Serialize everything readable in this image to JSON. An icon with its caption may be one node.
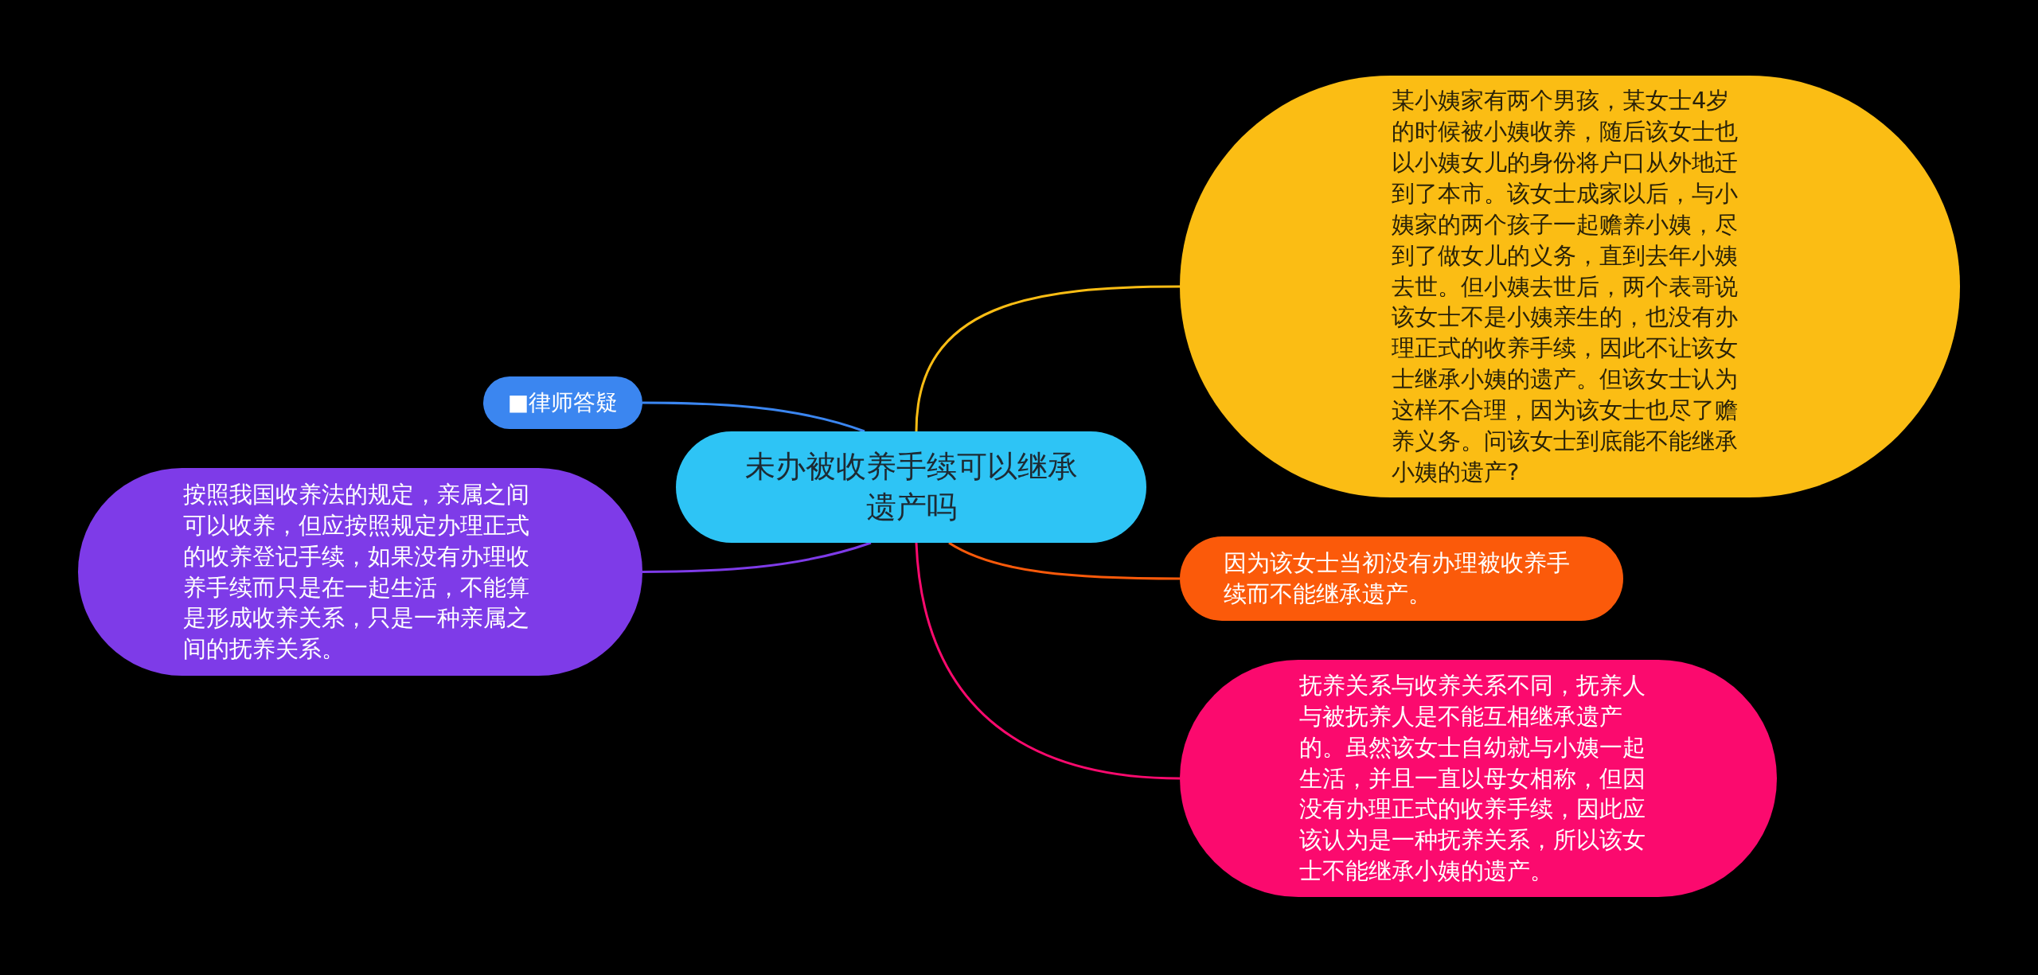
{
  "diagram": {
    "nodes": [
      {
        "text": [
          "未办被收养手续可以继承遗产吗"
        ]
      },
      {
        "text": [
          "■律师答疑"
        ]
      },
      {
        "text": [
          "按照我国收养法的规定，亲属之间可以收养，但应按照规定办理正式的收养登记手续，如果没有办理收养手续而只是在一起生活，不能算是形成收养关系，只是一种亲属之间的抚养关系。"
        ]
      },
      {
        "text": [
          "某小姨家有两个男孩，某女士4岁的时候被小姨收养，随后该女士也以小姨女儿的身份将户口从外地迁到了本市。该女士成家以后，与小姨家的两个孩子一起赡养小姨，尽到了做女儿的义务，直到去年小姨去世。但小姨去世后，两个表哥说该女士不是小姨亲生的，也没有办理正式的收养手续，因此不让该女士继承小姨的遗产。但该女士认为这样不合理，因为该女士也尽了赡养义务。问该女士到底能不能继承小姨的遗产?"
        ]
      },
      {
        "text": [
          "因为该女士当初没有办理被收养手续而不能继承遗产。"
        ]
      },
      {
        "text": [
          "抚养关系与收养关系不同，抚养人与被抚养人是不能互相继承遗产的。虽然该女士自幼就与小姨一起生活，并且一直以母女相称，但因没有办理正式的收养手续，因此应该认为是一种抚养关系，所以该女士不能继承小姨的遗产。"
        ]
      }
    ],
    "edges": [
      {
        "from": 0,
        "to": 1,
        "arrow": "none",
        "color": "#3b86f0"
      },
      {
        "from": 0,
        "to": 2,
        "arrow": "none",
        "color": "#7e3be8"
      },
      {
        "from": 0,
        "to": 3,
        "arrow": "none",
        "color": "#fbbd14"
      },
      {
        "from": 0,
        "to": 4,
        "arrow": "none",
        "color": "#fb5a0a"
      },
      {
        "from": 0,
        "to": 5,
        "arrow": "none",
        "color": "#fb0a6e"
      }
    ]
  }
}
